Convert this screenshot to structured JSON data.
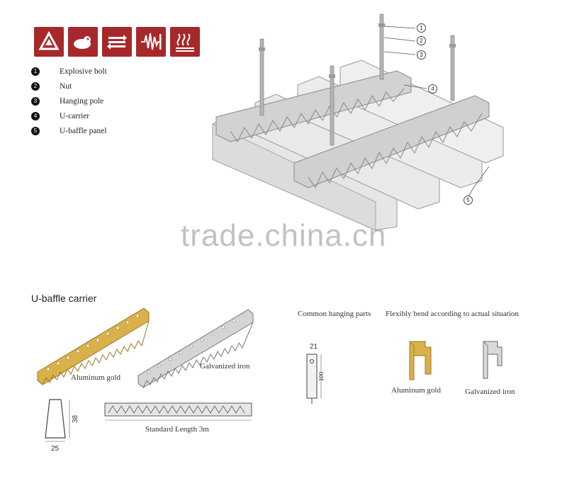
{
  "icons": [
    {
      "name": "recycle-icon"
    },
    {
      "name": "fireproof-icon"
    },
    {
      "name": "exchange-arrows-icon"
    },
    {
      "name": "vibration-resistance-icon"
    },
    {
      "name": "heat-wave-icon"
    }
  ],
  "legend": {
    "items": [
      {
        "num": "1",
        "label": "Explosive bolt"
      },
      {
        "num": "2",
        "label": "Nut"
      },
      {
        "num": "3",
        "label": "Hanging pole"
      },
      {
        "num": "4",
        "label": "U-carrier"
      },
      {
        "num": "5",
        "label": "U-baffle panel"
      }
    ]
  },
  "callouts": [
    "1",
    "2",
    "3",
    "4",
    "5"
  ],
  "watermark": "trade.china.cn",
  "carrier_section": {
    "title": "U-baffle carrier",
    "gold_label": "Aluminum gold",
    "iron_label": "Galvanized iron",
    "profile_height": "38",
    "profile_width": "25",
    "length_label": "Standard Length 3m"
  },
  "hanging_section": {
    "title": "Common hanging parts",
    "width_dim": "21",
    "height_dim": "100"
  },
  "bend_section": {
    "title": "Flexibly bend according to actual situation",
    "gold_label": "Aluminum gold",
    "iron_label": "Galvanized iron"
  },
  "colors": {
    "icon_bg": "#a7282b",
    "gold": "#d9b04a",
    "steel": "#c8c8c8"
  }
}
